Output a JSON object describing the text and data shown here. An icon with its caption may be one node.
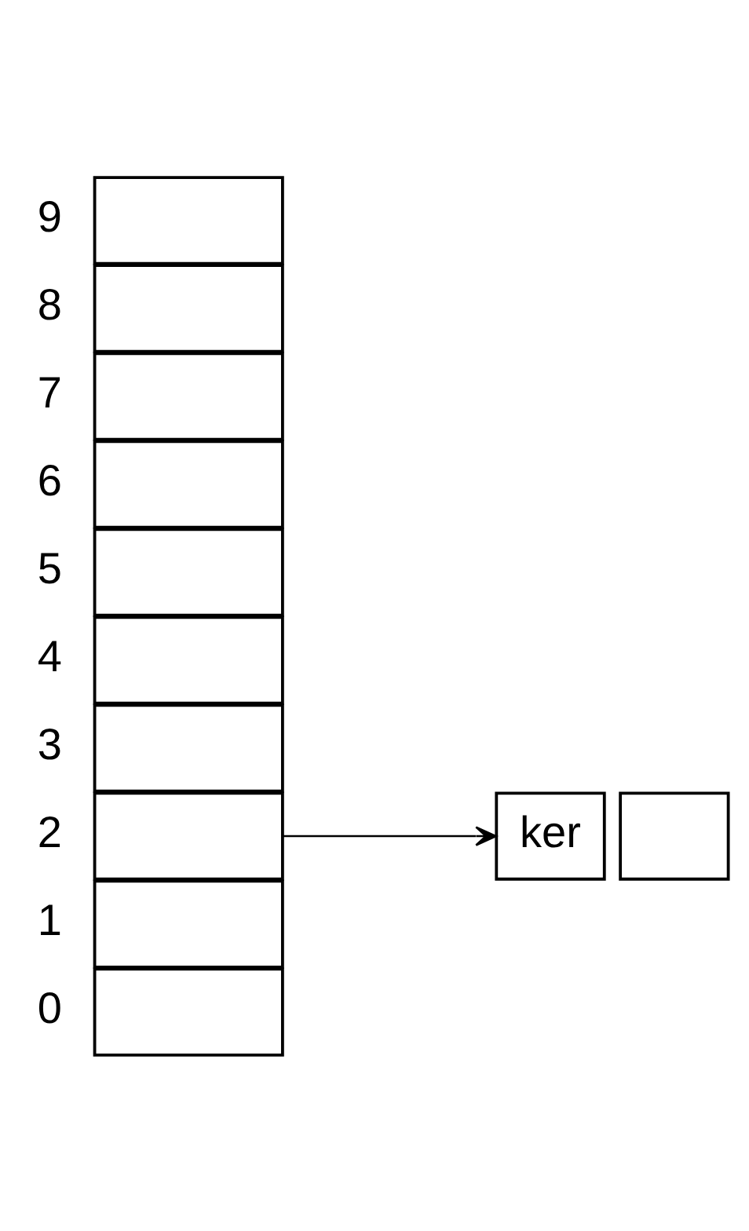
{
  "diagram": {
    "nodes": [
      {
        "text": [],
        "shape": "box",
        "beside": [
          "0"
        ]
      },
      {
        "text": [],
        "shape": "box",
        "beside": [
          "1"
        ]
      },
      {
        "text": [],
        "shape": "box",
        "beside": [
          "2"
        ]
      },
      {
        "text": [],
        "shape": "box",
        "beside": [
          "3"
        ]
      },
      {
        "text": [],
        "shape": "box",
        "beside": [
          "4"
        ]
      },
      {
        "text": [],
        "shape": "box",
        "beside": [
          "5"
        ]
      },
      {
        "text": [],
        "shape": "box",
        "beside": [
          "6"
        ]
      },
      {
        "text": [],
        "shape": "box",
        "beside": [
          "7"
        ]
      },
      {
        "text": [],
        "shape": "box",
        "beside": [
          "8"
        ]
      },
      {
        "text": [],
        "shape": "box",
        "beside": [
          "9"
        ]
      },
      {
        "text": [
          "ker"
        ]
      },
      {
        "text": [],
        "shape": "box"
      }
    ],
    "edges": [
      {
        "from": 2,
        "to": 10,
        "arrow": "to"
      }
    ]
  }
}
